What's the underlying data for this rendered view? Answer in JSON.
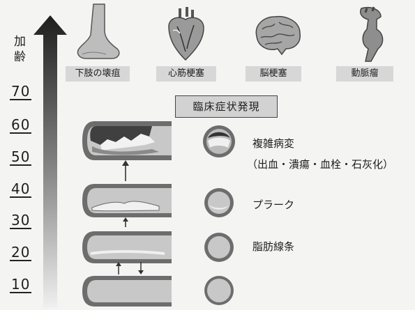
{
  "axis": {
    "title_chars": [
      "加",
      "齢"
    ],
    "ages": [
      "70",
      "60",
      "50",
      "40",
      "30",
      "20",
      "10"
    ]
  },
  "organs": [
    {
      "label": "下肢の壊疽",
      "icon": "foot-icon"
    },
    {
      "label": "心筋梗塞",
      "icon": "heart-icon"
    },
    {
      "label": "脳梗塞",
      "icon": "brain-icon"
    },
    {
      "label": "動脈瘤",
      "icon": "aorta-icon"
    }
  ],
  "clinical_box": "臨床症状発現",
  "stages": [
    {
      "label": "複雑病変",
      "sub": "（出血・潰瘍・血栓・石灰化）"
    },
    {
      "label": "プラーク"
    },
    {
      "label": "脂肪線条"
    }
  ],
  "colors": {
    "arrow_top": "#222222",
    "arrow_bottom": "#e8e8e8",
    "vessel": "#6d6d6d",
    "lumen": "#c8c8c8"
  }
}
